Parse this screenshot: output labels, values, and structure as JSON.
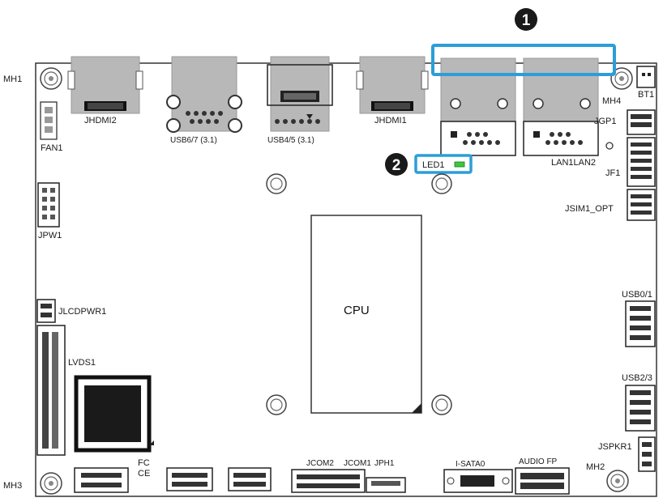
{
  "labels": {
    "mh1": "MH1",
    "mh2": "MH2",
    "mh3": "MH3",
    "mh4": "MH4",
    "bt1": "BT1",
    "fan1": "FAN1",
    "jpw1": "JPW1",
    "jhdmi2": "JHDMI2",
    "jhdmi1": "JHDMI1",
    "usb67": "USB6/7 (3.1)",
    "usb45": "USB4/5 (3.1)",
    "lan1lan2": "LAN1LAN2",
    "jgp1": "JGP1",
    "jf1": "JF1",
    "jsim1": "JSIM1_OPT",
    "led1": "LED1",
    "cpu": "CPU",
    "jlcdpwr1": "JLCDPWR1",
    "lvds1": "LVDS1",
    "usb01": "USB0/1",
    "usb23": "USB2/3",
    "jspkr1": "JSPKR1",
    "jcom2": "JCOM2",
    "jcom1": "JCOM1",
    "jph1": "JPH1",
    "isata0": "I-SATA0",
    "audiofp": "AUDIO FP",
    "fc": "FC",
    "ce": "CE"
  },
  "callouts": [
    {
      "number": "1",
      "target": "LAN1 / LAN2 ports"
    },
    {
      "number": "2",
      "target": "LED1"
    }
  ],
  "colors": {
    "highlight": "#2b9ed8",
    "callout_fill": "#1a1a1a",
    "board_outline": "#333333",
    "port_fill": "#b8b8b8",
    "led_green": "#3cc83c"
  }
}
